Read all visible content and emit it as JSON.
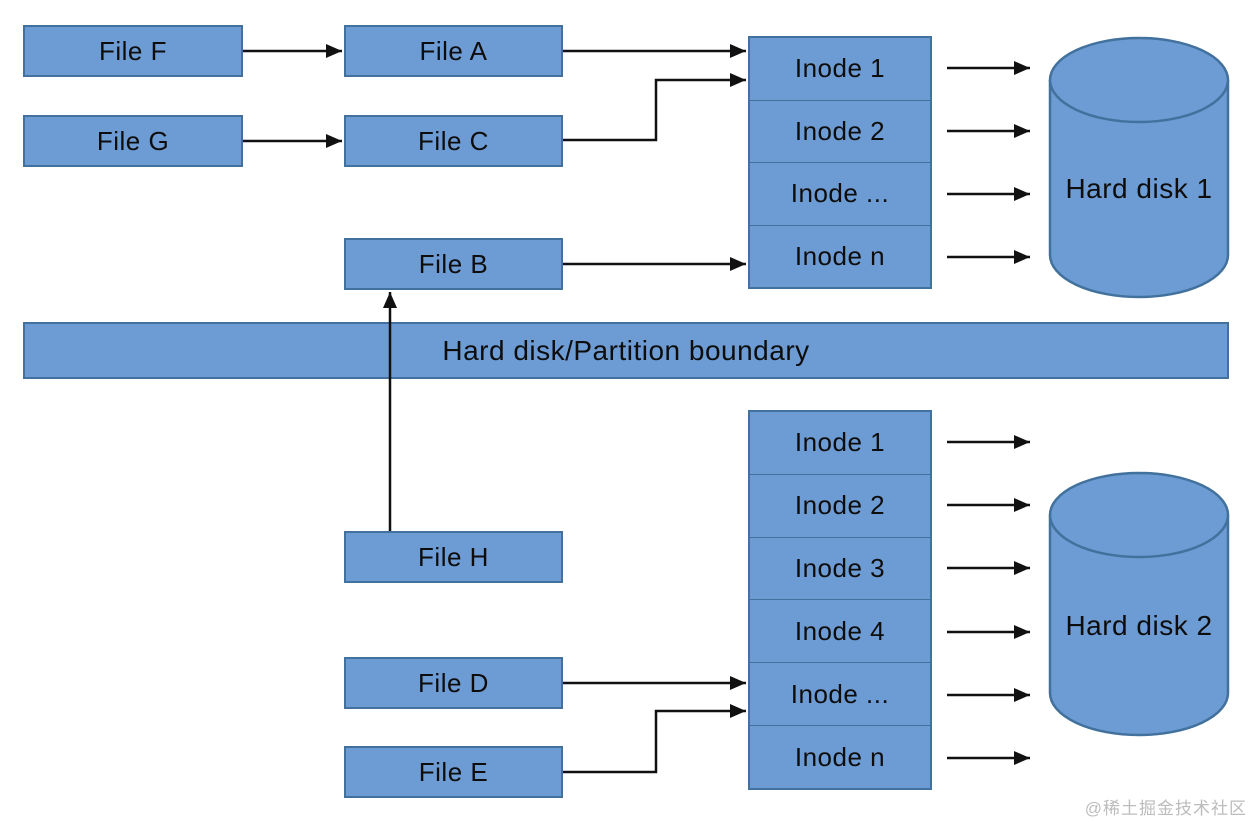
{
  "diagram": {
    "colors": {
      "shape_fill": "#6D9BD3",
      "shape_border": "#41719C",
      "arrow": "#111111",
      "text": "#0d0d0d",
      "watermark": "#bcbcbc"
    },
    "files": {
      "file_f": "File F",
      "file_g": "File G",
      "file_a": "File A",
      "file_c": "File C",
      "file_b": "File B",
      "file_h": "File H",
      "file_d": "File D",
      "file_e": "File E"
    },
    "inode_table_1": {
      "rows": [
        "Inode 1",
        "Inode 2",
        "Inode ...",
        "Inode n"
      ]
    },
    "inode_table_2": {
      "rows": [
        "Inode 1",
        "Inode 2",
        "Inode 3",
        "Inode 4",
        "Inode ...",
        "Inode n"
      ]
    },
    "disks": {
      "disk_1": "Hard disk 1",
      "disk_2": "Hard disk 2"
    },
    "boundary": {
      "label": "Hard disk/Partition boundary"
    },
    "watermark": "@稀土掘金技术社区"
  }
}
